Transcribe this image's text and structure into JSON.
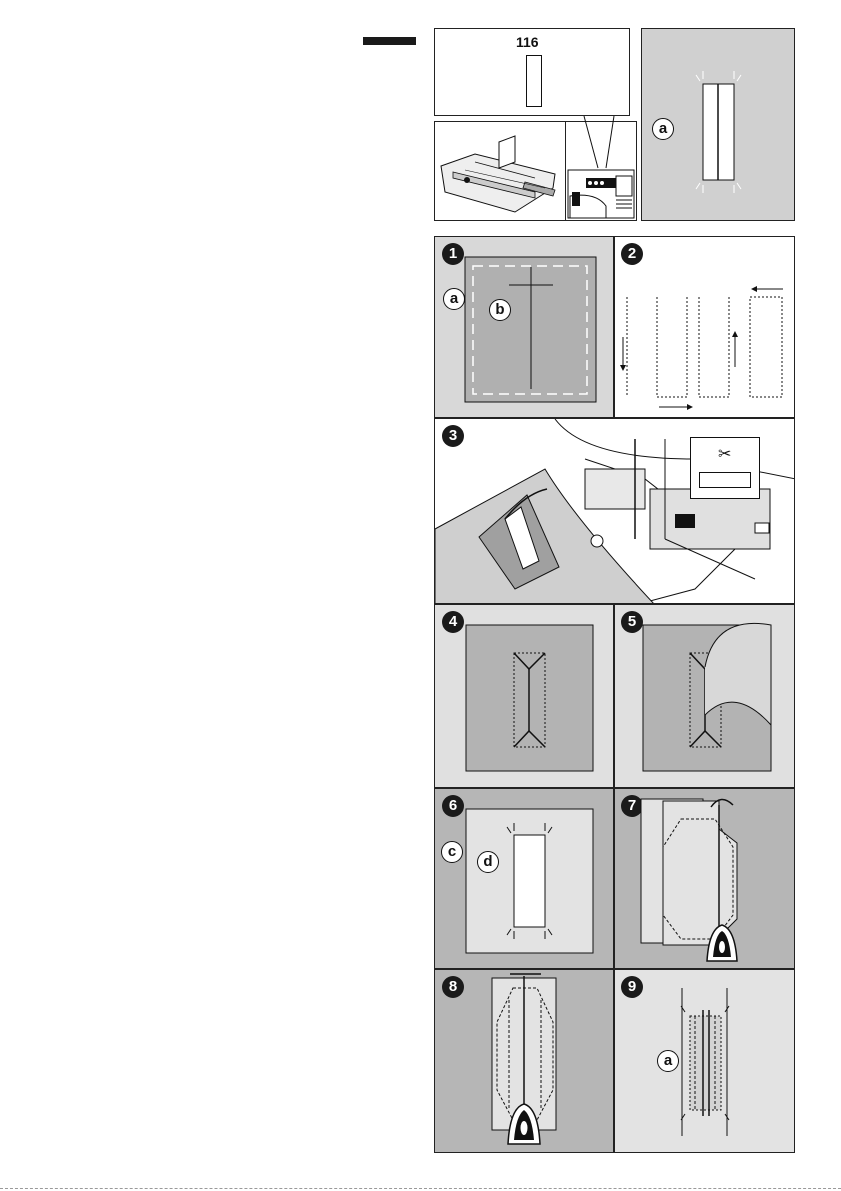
{
  "header_bar": {
    "color": "#1a1a1a"
  },
  "top_callout": {
    "stitch_number": "116"
  },
  "panels": {
    "stitch_view": {
      "label": "a"
    },
    "step1": {
      "number": "1",
      "labels": [
        "a",
        "b"
      ]
    },
    "step2": {
      "number": "2"
    },
    "step3": {
      "number": "3",
      "icon": "scissors-icon"
    },
    "step4": {
      "number": "4"
    },
    "step5": {
      "number": "5"
    },
    "step6": {
      "number": "6",
      "labels": [
        "c",
        "d"
      ]
    },
    "step7": {
      "number": "7",
      "icon": "iron-icon"
    },
    "step8": {
      "number": "8",
      "icon": "iron-icon"
    },
    "step9": {
      "number": "9",
      "labels": [
        "a"
      ]
    }
  },
  "colors": {
    "light_gray": "#e3e3e3",
    "mid_gray": "#cfcfcf",
    "dark_gray": "#b5b5b5",
    "line": "#111111"
  }
}
